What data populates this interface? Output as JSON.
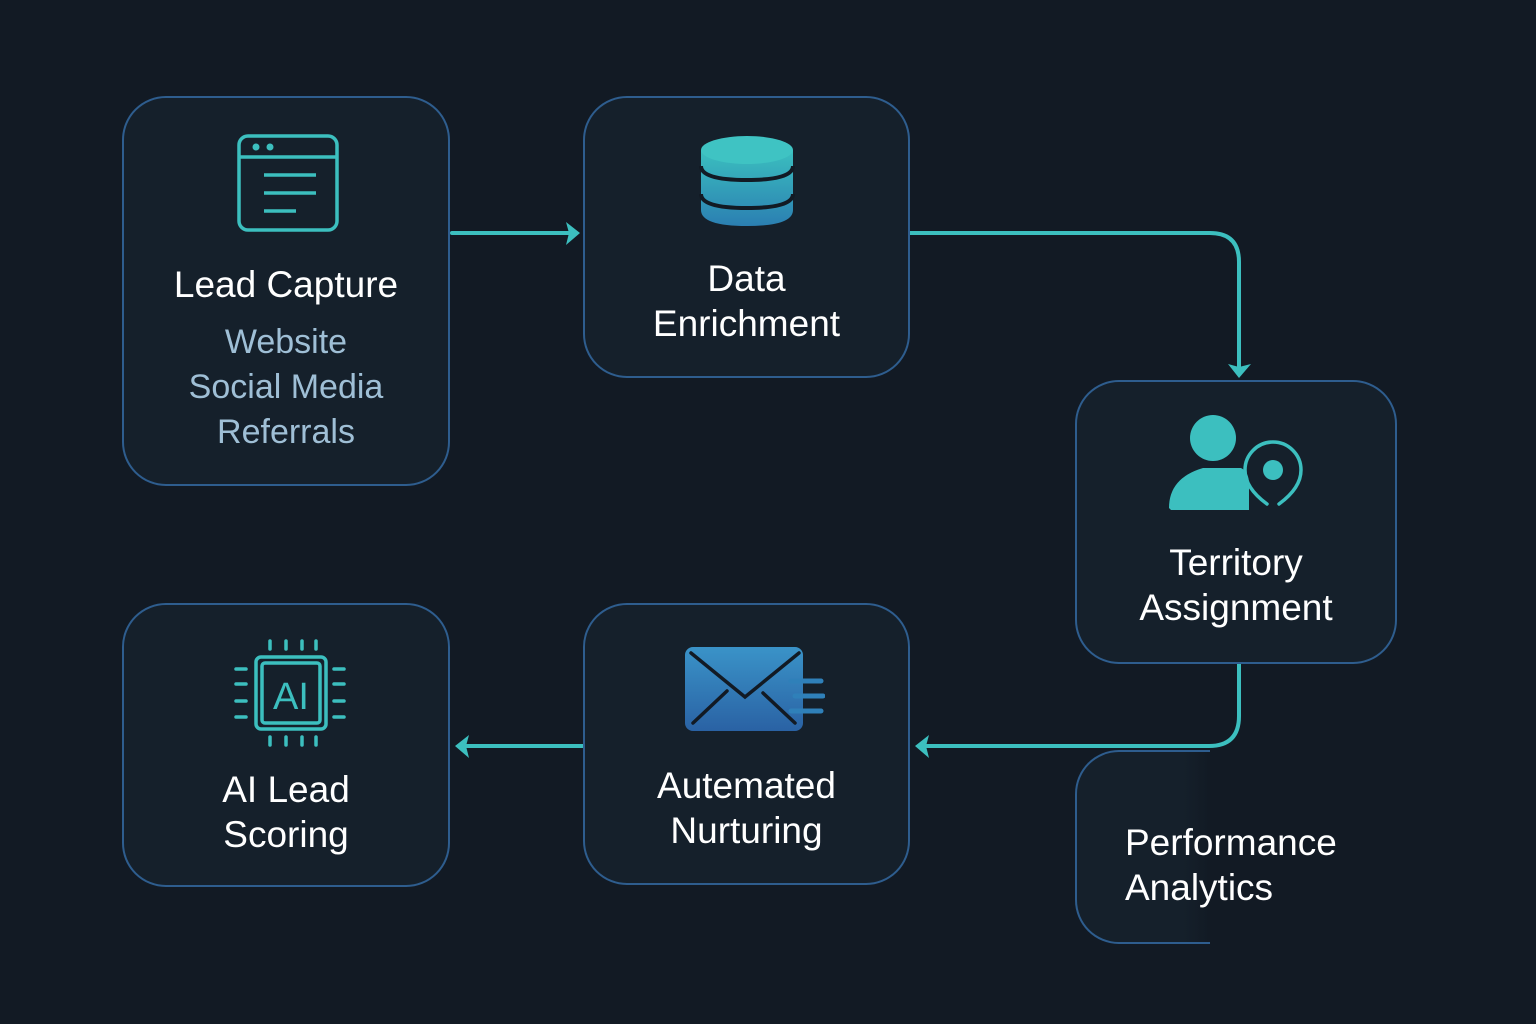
{
  "diagram": {
    "accent_color": "#3cbfbf",
    "border_color": "#2e5d8e",
    "background_color": "#121a24",
    "nodes": [
      {
        "id": "lead-capture",
        "title": "Lead Capture",
        "icon": "browser-window-icon",
        "items": [
          "Website",
          "Social Media",
          "Referrals"
        ]
      },
      {
        "id": "data-enrichment",
        "title": "Data\nEnrichment",
        "icon": "database-icon"
      },
      {
        "id": "territory-assignment",
        "title": "Territory\nAssignment",
        "icon": "user-location-icon"
      },
      {
        "id": "performance-analytics",
        "title": "Performance\nAnalytics"
      },
      {
        "id": "automated-nurturing",
        "title": "Autemated\nNurturing",
        "icon": "email-send-icon"
      },
      {
        "id": "ai-lead-scoring",
        "title": "AI Lead\nScoring",
        "icon": "ai-chip-icon",
        "icon_text": "AI"
      }
    ],
    "edges": [
      {
        "from": "lead-capture",
        "to": "data-enrichment"
      },
      {
        "from": "data-enrichment",
        "to": "territory-assignment"
      },
      {
        "from": "territory-assignment",
        "to": "automated-nurturing"
      },
      {
        "from": "automated-nurturing",
        "to": "ai-lead-scoring"
      }
    ]
  }
}
